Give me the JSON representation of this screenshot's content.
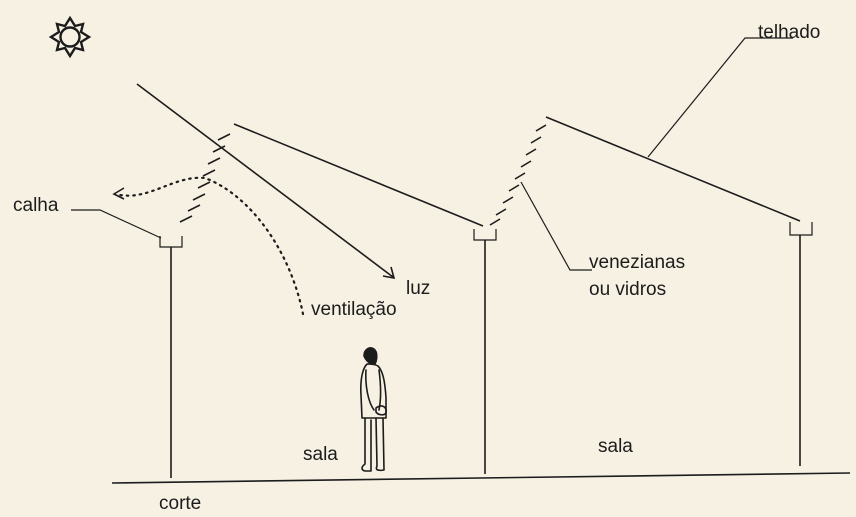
{
  "labels": {
    "calha": "calha",
    "telhado": "telhado",
    "venezianas": "venezianas",
    "ou_vidros": "ou vidros",
    "luz": "luz",
    "ventilacao": "ventilação",
    "sala_left": "sala",
    "sala_right": "sala",
    "corte": "corte"
  },
  "icons": {
    "sun": "sun-icon",
    "person": "standing-person-figure"
  }
}
